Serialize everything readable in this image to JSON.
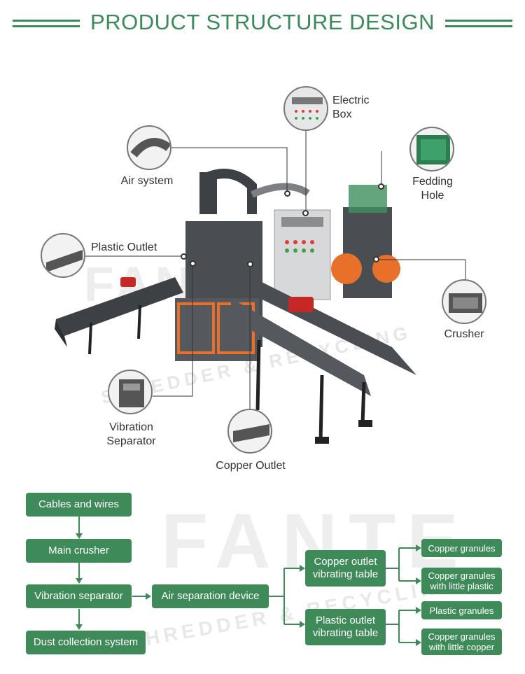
{
  "header": {
    "title": "PRODUCT STRUCTURE DESIGN"
  },
  "callouts": {
    "electric_box": "Electric\nBox",
    "air_system": "Air system",
    "fedding_hole": "Fedding\nHole",
    "plastic_outlet": "Plastic Outlet",
    "crusher": "Crusher",
    "vibration_separator": "Vibration\nSeparator",
    "copper_outlet": "Copper Outlet"
  },
  "watermark": {
    "brand": "FANTE",
    "sub": "SHREDDER & RECYCLING"
  },
  "flow": {
    "cables": "Cables and wires",
    "main_crusher": "Main crusher",
    "vibration_separator": "Vibration separator",
    "dust_collection": "Dust collection system",
    "air_separation": "Air separation device",
    "copper_outlet_table": "Copper outlet\nvibrating table",
    "plastic_outlet_table": "Plastic outlet\nvibrating table",
    "copper_granules": "Copper granules",
    "copper_little_plastic": "Copper granules\nwith little plastic",
    "plastic_granules": "Plastic granules",
    "copper_little_copper": "Copper granules\nwith little copper"
  },
  "colors": {
    "brand_green": "#3f8a59",
    "machine_orange": "#e8702a",
    "machine_grey": "#4a4d52"
  }
}
